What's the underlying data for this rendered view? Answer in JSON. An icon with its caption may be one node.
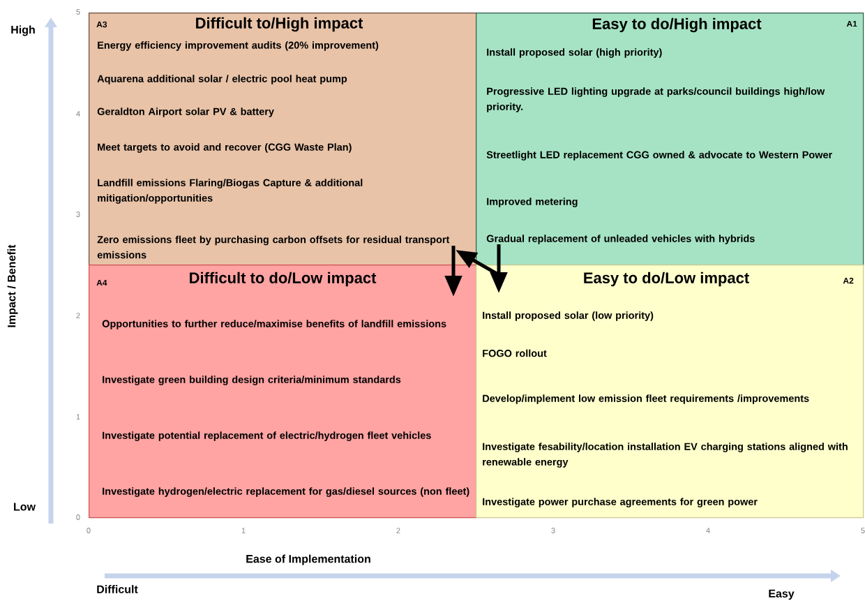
{
  "diagram": {
    "nodes": [
      {
        "text": [
          "A3",
          "Difficult to/High impact",
          "Energy efficiency improvement audits (20% improvement)",
          "Aquarena additional solar / electric pool heat pump",
          "Geraldton Airport solar PV & battery",
          "Meet targets to avoid and recover (CGG Waste Plan)",
          "Landfill emissions Flaring/Biogas Capture & additional mitigation/opportunities",
          "Zero emissions fleet by purchasing carbon offsets for residual transport emissions"
        ]
      },
      {
        "text": [
          "A1",
          "Easy to do/High impact",
          "Install proposed solar (high priority)",
          "Progressive LED lighting upgrade at parks/council buildings high/low priority.",
          "Streetlight LED replacement CGG owned & advocate to Western Power",
          "Improved metering",
          "Gradual replacement of unleaded vehicles with hybrids"
        ]
      },
      {
        "text": [
          "A4",
          "Difficult to do/Low impact",
          "Opportunities to further reduce/maximise benefits of landfill emissions",
          "Investigate green building design criteria/minimum standards",
          "Investigate potential replacement of electric/hydrogen fleet vehicles",
          "Investigate hydrogen/electric replacement for gas/diesel sources (non fleet)"
        ]
      },
      {
        "text": [
          "A2",
          "Easy to do/Low impact",
          "Install proposed solar (low priority)",
          "FOGO rollout",
          "Develop/implement low emission fleet requirements /improvements",
          "Investigate fesability/location installation EV charging stations aligned with renewable energy",
          "Investigate power purchase agreements for green power"
        ]
      }
    ],
    "edges": [
      {
        "from": 0,
        "to": 2,
        "arrow": "to"
      },
      {
        "from": 3,
        "to": 0,
        "arrow": "to"
      },
      {
        "from": 1,
        "to": 3,
        "arrow": "to"
      }
    ],
    "labels": [
      "High",
      "5",
      "4",
      "3",
      "Impact / Benefit",
      "2",
      "1",
      "Low",
      "0",
      "0",
      "1",
      "2",
      "3",
      "4",
      "5",
      "Ease of Implementation",
      "Difficult",
      "Easy"
    ]
  }
}
